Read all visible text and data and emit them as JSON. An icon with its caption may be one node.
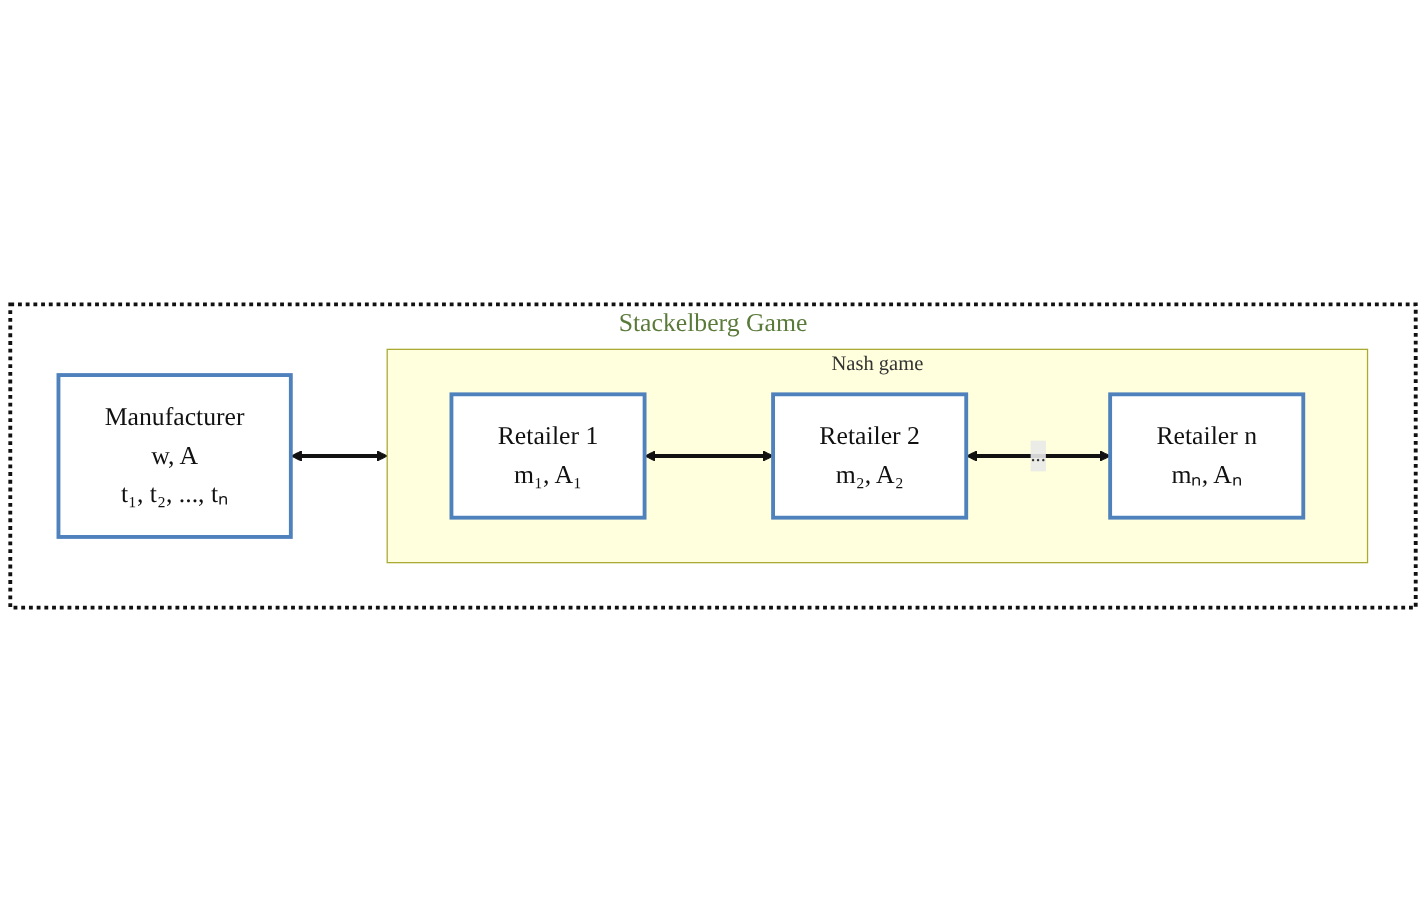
{
  "diagram": {
    "nodes": [
      {
        "text": [
          "Stackelberg Game"
        ]
      },
      {
        "text": [
          "Manufacturer",
          "w, A",
          "t₁, t₂, ..., tₙ"
        ],
        "in": 0
      },
      {
        "text": [
          "Nash game"
        ],
        "in": 0
      },
      {
        "text": [
          "Retailer 1",
          "m₁, A₁"
        ],
        "in": 2
      },
      {
        "text": [
          "Retailer 2",
          "m₂, A₂"
        ],
        "in": 2
      },
      {
        "text": [
          "Retailer n",
          "mₙ, Aₙ"
        ],
        "in": 2
      }
    ],
    "edges": [
      {
        "from": 1,
        "to": 2,
        "arrow": "both"
      },
      {
        "from": 3,
        "to": 4,
        "arrow": "both"
      },
      {
        "from": 4,
        "to": 5,
        "arrow": "both",
        "label": "..."
      }
    ]
  }
}
